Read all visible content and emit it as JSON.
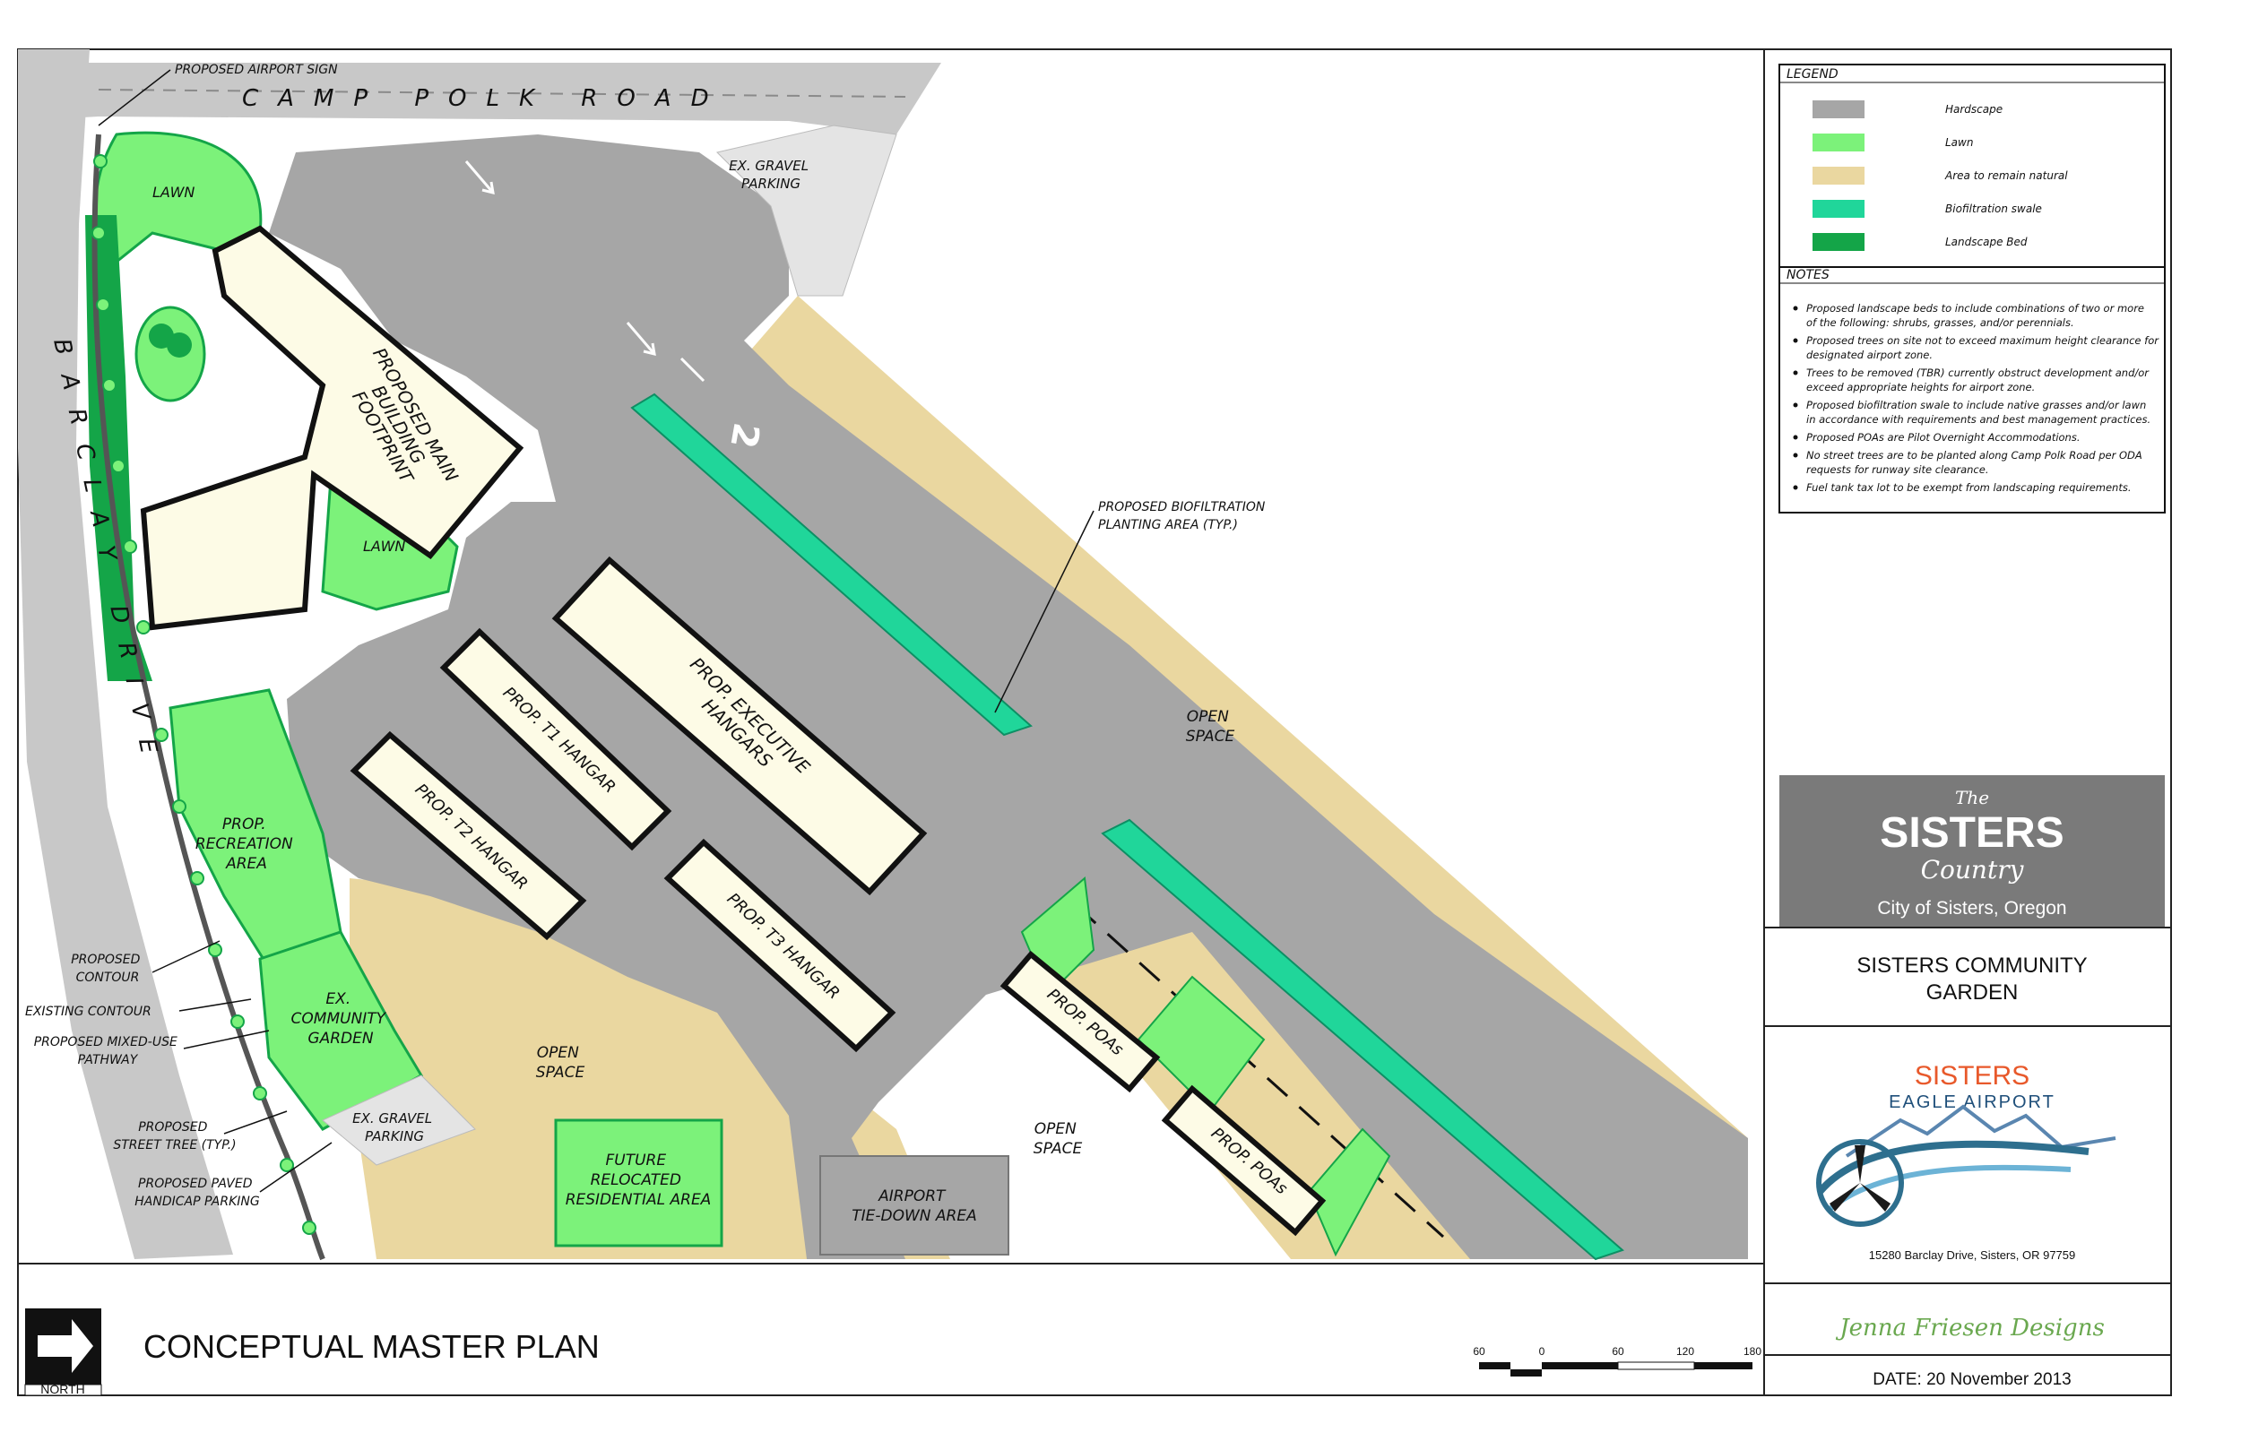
{
  "sheet": {
    "title": "CONCEPTUAL MASTER PLAN",
    "north_label": "NORTH",
    "scale_labels": [
      "60",
      "0",
      "60",
      "120",
      "180"
    ]
  },
  "legend": {
    "heading": "LEGEND",
    "items": [
      {
        "label": "Hardscape",
        "color": "#a6a6a6"
      },
      {
        "label": "Lawn",
        "color": "#7cf27a"
      },
      {
        "label": "Area to remain natural",
        "color": "#ead7a0"
      },
      {
        "label": "Biofiltration swale",
        "color": "#20d69a"
      },
      {
        "label": "Landscape Bed",
        "color": "#14a548"
      }
    ]
  },
  "notes": {
    "heading": "NOTES",
    "items": [
      [
        "Proposed landscape beds to include combinations of two or more",
        "of the following: shrubs, grasses, and/or perennials."
      ],
      [
        "Proposed trees on site not to exceed maximum height clearance for",
        "designated airport zone."
      ],
      [
        "Trees to be removed (TBR) currently obstruct development and/or",
        "exceed appropriate heights for airport zone."
      ],
      [
        "Proposed biofiltration swale to include native grasses and/or lawn",
        "in accordance with requirements and best management practices."
      ],
      [
        "Proposed POAs are Pilot Overnight Accommodations."
      ],
      [
        "No street trees are to be planted along Camp Polk Road per ODA",
        "requests for runway site clearance."
      ],
      [
        "Fuel tank tax lot to be exempt from landscaping requirements."
      ]
    ]
  },
  "branding": {
    "sisters_country": {
      "the": "The",
      "name": "SISTERS",
      "script": "Country",
      "city": "City of Sisters, Oregon"
    },
    "project": {
      "line1": "SISTERS COMMUNITY",
      "line2": "GARDEN"
    },
    "airport": {
      "name1": "SISTERS",
      "name2": "EAGLE AIRPORT",
      "address": "15280 Barclay Drive, Sisters, OR 97759"
    },
    "designer": "Jenna Friesen Designs",
    "date": "DATE:  20 November 2013"
  },
  "map": {
    "road_name": "CAMP POLK ROAD",
    "side_road_name": "BARCLAY DRIVE",
    "runway_number": "2",
    "labels": {
      "lawn_1": "LAWN",
      "lawn_2": "LAWN",
      "gravel_parking_1": [
        "EX. GRAVEL",
        "PARKING"
      ],
      "gravel_parking_2": [
        "EX. GRAVEL",
        "PARKING"
      ],
      "main_building": [
        "PROPOSED MAIN",
        "BUILDING",
        "FOOTPRINT"
      ],
      "executive_hangars": [
        "PROP. EXECUTIVE",
        "HANGARS"
      ],
      "t1_hangar": "PROP. T1 HANGAR",
      "t2_hangar": "PROP. T2 HANGAR",
      "t3_hangar": "PROP. T3 HANGAR",
      "poa_1": "PROP. POAs",
      "poa_2": "PROP. POAs",
      "recreation_area": [
        "PROP.",
        "RECREATION",
        "AREA"
      ],
      "community_garden": [
        "EX.",
        "COMMUNITY",
        "GARDEN"
      ],
      "future_residential": [
        "FUTURE",
        "RELOCATED",
        "RESIDENTIAL AREA"
      ],
      "tie_down": [
        "AIRPORT",
        "TIE-DOWN AREA"
      ],
      "open_space_1": [
        "OPEN",
        "SPACE"
      ],
      "open_space_2": [
        "OPEN",
        "SPACE"
      ],
      "open_space_3": [
        "OPEN",
        "SPACE"
      ]
    },
    "callouts": {
      "airport_sign": "PROPOSED AIRPORT SIGN",
      "biofiltration": [
        "PROPOSED BIOFILTRATION",
        "PLANTING AREA (TYP.)"
      ],
      "proposed_contour": [
        "PROPOSED",
        "CONTOUR"
      ],
      "existing_contour": "EXISTING CONTOUR",
      "pathway": [
        "PROPOSED MIXED-USE",
        "PATHWAY"
      ],
      "street_tree": [
        "PROPOSED",
        "STREET TREE (TYP.)"
      ],
      "handicap_parking": [
        "PROPOSED PAVED",
        "HANDICAP PARKING"
      ]
    }
  }
}
